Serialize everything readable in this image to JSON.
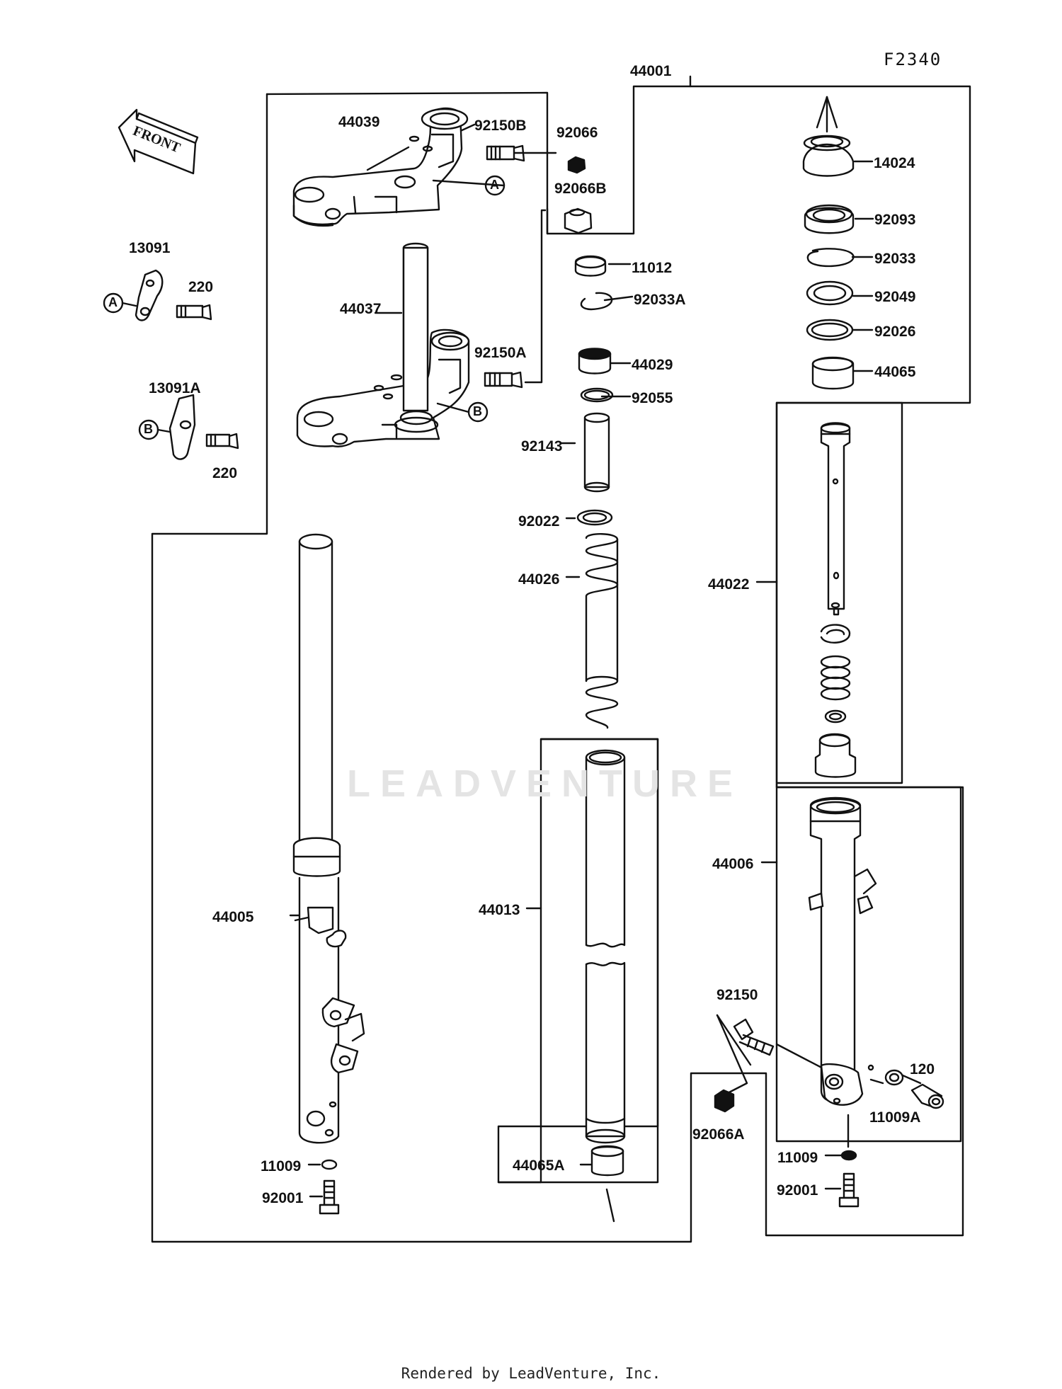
{
  "figure_code": "F2340",
  "front_label": "FRONT",
  "watermark": "LEADVENTURE",
  "footer": "Rendered by LeadVenture, Inc.",
  "callouts": {
    "A": "A",
    "B": "B"
  },
  "parts": {
    "p44001": "44001",
    "p44039": "44039",
    "p92150B": "92150B",
    "p92066": "92066",
    "p92066B": "92066B",
    "p13091": "13091",
    "p220a": "220",
    "p13091A": "13091A",
    "p220b": "220",
    "p44037": "44037",
    "p92150A": "92150A",
    "p11012": "11012",
    "p92033A": "92033A",
    "p44029": "44029",
    "p92055": "92055",
    "p92143": "92143",
    "p92022": "92022",
    "p44026": "44026",
    "p14024": "14024",
    "p92093": "92093",
    "p92033": "92033",
    "p92049": "92049",
    "p92026": "92026",
    "p44065": "44065",
    "p44022": "44022",
    "p44006": "44006",
    "p44005": "44005",
    "p44013": "44013",
    "p92150": "92150",
    "p120": "120",
    "p11009A": "11009A",
    "p92066A": "92066A",
    "p11009a": "11009",
    "p92001a": "92001",
    "p44065A": "44065A",
    "p11009b": "11009",
    "p92001b": "92001"
  }
}
